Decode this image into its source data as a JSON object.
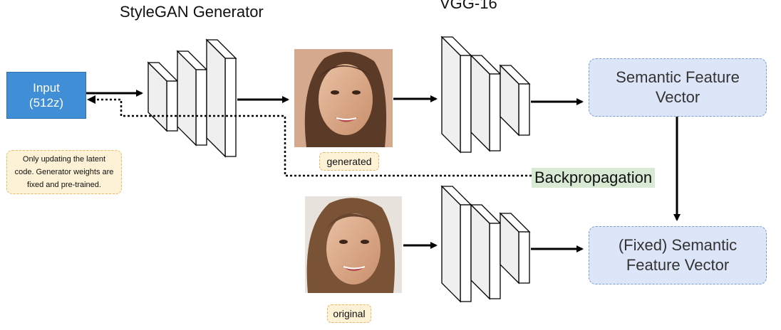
{
  "titles": {
    "generator": "StyleGAN Generator",
    "vgg": "VGG-16"
  },
  "input": {
    "line1": "Input",
    "line2": "(512z)"
  },
  "note": {
    "line1": "Only updating the latent",
    "line2": "code. Generator weights are",
    "line3": "fixed and pre-trained."
  },
  "images": {
    "generated_label": "generated",
    "original_label": "original"
  },
  "outputs": {
    "semantic_line1": "Semantic Feature",
    "semantic_line2": "Vector",
    "fixed_line1": "(Fixed) Semantic",
    "fixed_line2": "Feature Vector"
  },
  "backprop_label": "Backpropagation",
  "colors": {
    "input_fill": "#3f8ed6",
    "note_fill": "#fdf1d6",
    "feature_fill": "#dce6f8",
    "backprop_fill": "#d8ead3"
  },
  "icons": [
    "face-photo-generated",
    "face-photo-original"
  ]
}
